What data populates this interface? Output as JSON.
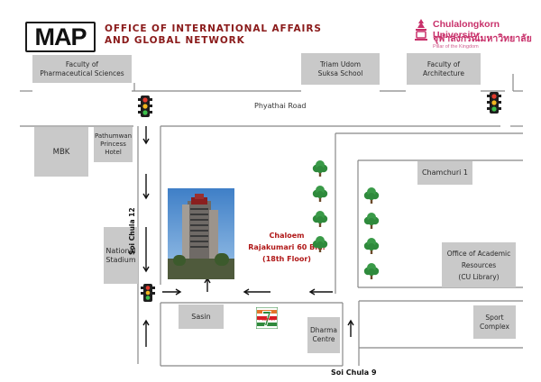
{
  "header": {
    "map_logo": "MAP",
    "office_line1": "OFFICE OF INTERNATIONAL AFFAIRS",
    "office_line2": "AND GLOBAL NETWORK",
    "university_name": "Chulalongkorn University",
    "university_thai": "จุฬาลงกรณ์มหาวิทยาลัย",
    "university_tagline": "Pillar of the Kingdom"
  },
  "landmarks": {
    "pharma": [
      "Faculty of",
      "Pharmaceutical Sciences"
    ],
    "triam": [
      "Triam Udom",
      "Suksa School"
    ],
    "architecture": [
      "Faculty of",
      "Architecture"
    ],
    "mbk": "MBK",
    "pathumwan": [
      "Pathumwan",
      "Princess",
      "Hotel"
    ],
    "chamchuri": "Chamchuri  1",
    "national_stadium": [
      "National",
      "Stadium"
    ],
    "library": [
      "Office of Academic",
      "Resources",
      "(CU Library)"
    ],
    "sasin": "Sasin",
    "dharma": [
      "Dharma",
      "Centre"
    ],
    "sport": [
      "Sport",
      "Complex"
    ]
  },
  "roads": {
    "phyathai": "Phyathai  Road",
    "soi_chula_12": "Soi Chula 12",
    "soi_chula_9": "Soi Chula 9"
  },
  "destination": {
    "line1": "Chaloem",
    "line2": "Rajakumari 60 Bld.",
    "line3": "(18th Floor)"
  },
  "store": {
    "name": "7-ELEVEN"
  },
  "colors": {
    "building_fill": "#c9c9c9",
    "road_line": "#888888",
    "tree_green": "#2f8a3c",
    "title_red": "#8a1a1a",
    "cu_pink": "#c8306a",
    "destination_red": "#b01818"
  },
  "icons": [
    "traffic-light-icon",
    "tree-icon",
    "arrow-icon",
    "seven-eleven-logo",
    "cu-emblem-icon"
  ]
}
